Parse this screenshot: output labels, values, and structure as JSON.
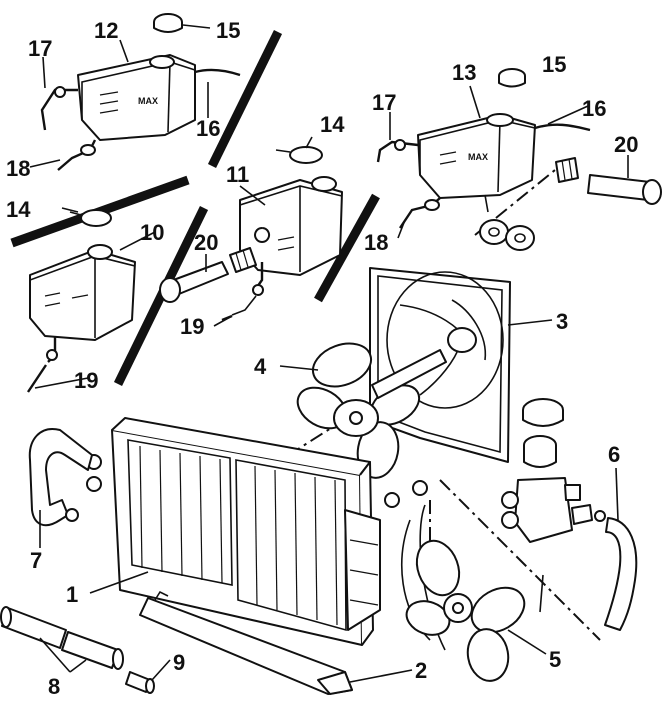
{
  "labels": {
    "l1": "1",
    "l2": "2",
    "l3": "3",
    "l4": "4",
    "l5": "5",
    "l6": "6",
    "l7": "7",
    "l8": "8",
    "l9": "9",
    "l10": "10",
    "l11": "11",
    "l12": "12",
    "l13": "13",
    "l14a": "14",
    "l14b": "14",
    "l15a": "15",
    "l15b": "15",
    "l16a": "16",
    "l16b": "16",
    "l17a": "17",
    "l17b": "17",
    "l18a": "18",
    "l18b": "18",
    "l19a": "19",
    "l19b": "19",
    "l20a": "20",
    "l20b": "20"
  },
  "tank_marks": {
    "max_left": "MAX",
    "max_right": "MAX"
  }
}
